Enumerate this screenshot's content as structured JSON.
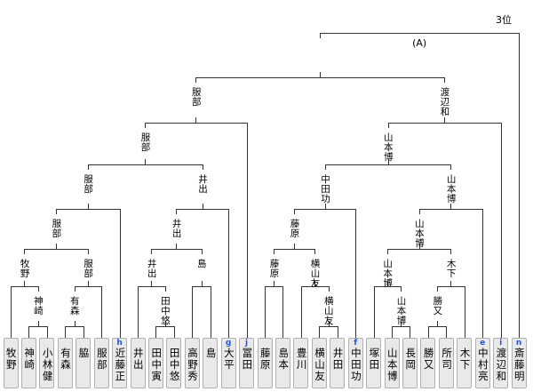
{
  "annotations": {
    "top_right": "3位",
    "final_slot": "(A)"
  },
  "colors": {
    "line": "#333333",
    "text": "#000000",
    "seed_letter": "#2255dd",
    "box_bg": "#e9e9e9",
    "box_border": "#b0b0b0"
  },
  "players": [
    {
      "letter": "",
      "name": "牧野"
    },
    {
      "letter": "",
      "name": "神崎"
    },
    {
      "letter": "",
      "name": "小林健"
    },
    {
      "letter": "",
      "name": "有森"
    },
    {
      "letter": "",
      "name": "脇"
    },
    {
      "letter": "",
      "name": "服部"
    },
    {
      "letter": "h",
      "name": "近藤正"
    },
    {
      "letter": "",
      "name": "井出"
    },
    {
      "letter": "",
      "name": "田中寅"
    },
    {
      "letter": "",
      "name": "田中悠"
    },
    {
      "letter": "",
      "name": "高野秀"
    },
    {
      "letter": "",
      "name": "島"
    },
    {
      "letter": "g",
      "name": "大平"
    },
    {
      "letter": "j",
      "name": "冨田"
    },
    {
      "letter": "",
      "name": "藤原"
    },
    {
      "letter": "",
      "name": "島本"
    },
    {
      "letter": "",
      "name": "豊川"
    },
    {
      "letter": "",
      "name": "横山友"
    },
    {
      "letter": "",
      "name": "井田"
    },
    {
      "letter": "f",
      "name": "中田功"
    },
    {
      "letter": "",
      "name": "塚田"
    },
    {
      "letter": "",
      "name": "山本博"
    },
    {
      "letter": "",
      "name": "長岡"
    },
    {
      "letter": "",
      "name": "勝又"
    },
    {
      "letter": "",
      "name": "所司"
    },
    {
      "letter": "",
      "name": "木下"
    },
    {
      "letter": "e",
      "name": "中村亮"
    },
    {
      "letter": "i",
      "name": "渡辺和"
    },
    {
      "letter": "n",
      "name": "斎藤明"
    }
  ],
  "bracket": {
    "lv": 0,
    "w": "",
    "l": {
      "lv": 1,
      "w": "",
      "l": {
        "lv": 2,
        "w": "服部",
        "l": {
          "lv": 3,
          "w": "服部",
          "l": {
            "lv": 4,
            "w": "服部",
            "l": {
              "lv": 5,
              "w": "服部",
              "l": {
                "lv": 6,
                "w": "牧野",
                "l": {
                  "p": 0
                },
                "r": {
                  "lv": 7,
                  "w": "神崎",
                  "l": {
                    "p": 1
                  },
                  "r": {
                    "p": 2
                  }
                }
              },
              "r": {
                "lv": 6,
                "w": "服部",
                "l": {
                  "lv": 7,
                  "w": "有森",
                  "l": {
                    "p": 3
                  },
                  "r": {
                    "p": 4
                  }
                },
                "r": {
                  "p": 5
                }
              }
            },
            "r": {
              "p": 6
            }
          },
          "r": {
            "lv": 4,
            "w": "井出",
            "l": {
              "lv": 5,
              "w": "井出",
              "l": {
                "lv": 6,
                "w": "井出",
                "l": {
                  "p": 7
                },
                "r": {
                  "lv": 7,
                  "w": "田中悠",
                  "l": {
                    "p": 8
                  },
                  "r": {
                    "p": 9
                  }
                }
              },
              "r": {
                "lv": 6,
                "w": "島",
                "l": {
                  "p": 10
                },
                "r": {
                  "p": 11
                }
              }
            },
            "r": {
              "p": 12
            }
          }
        },
        "r": {
          "p": 13
        }
      },
      "r": {
        "lv": 2,
        "w": "渡辺和",
        "l": {
          "lv": 3,
          "w": "山本博",
          "l": {
            "lv": 4,
            "w": "中田功",
            "l": {
              "lv": 5,
              "w": "藤原",
              "l": {
                "lv": 6,
                "w": "藤原",
                "l": {
                  "p": 14
                },
                "r": {
                  "p": 15
                }
              },
              "r": {
                "lv": 6,
                "w": "横山友",
                "l": {
                  "p": 16
                },
                "r": {
                  "lv": 7,
                  "w": "横山友",
                  "l": {
                    "p": 17
                  },
                  "r": {
                    "p": 18
                  }
                }
              }
            },
            "r": {
              "p": 19
            }
          },
          "r": {
            "lv": 4,
            "w": "山本博",
            "l": {
              "lv": 5,
              "w": "山本博",
              "l": {
                "lv": 6,
                "w": "山本博",
                "l": {
                  "p": 20
                },
                "r": {
                  "lv": 7,
                  "w": "山本博",
                  "l": {
                    "p": 21
                  },
                  "r": {
                    "p": 22
                  }
                }
              },
              "r": {
                "lv": 6,
                "w": "木下",
                "l": {
                  "lv": 7,
                  "w": "勝又",
                  "l": {
                    "p": 23
                  },
                  "r": {
                    "p": 24
                  }
                },
                "r": {
                  "p": 25
                }
              }
            },
            "r": {
              "p": 26
            }
          }
        },
        "r": {
          "p": 27
        }
      }
    },
    "r": {
      "p": 28
    }
  }
}
